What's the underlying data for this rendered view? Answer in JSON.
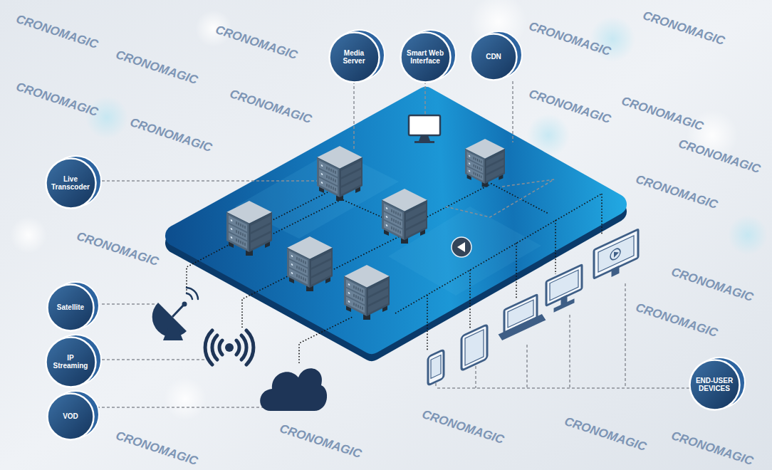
{
  "diagram": {
    "nodes": [
      {
        "text": [
          "Media Server"
        ]
      },
      {
        "text": [
          "Smart Web Interface"
        ]
      },
      {
        "text": [
          "CDN"
        ]
      },
      {
        "text": [
          "Live Transcoder"
        ]
      },
      {
        "text": [
          "Satellite"
        ]
      },
      {
        "text": [
          "IP Streaming"
        ]
      },
      {
        "text": [
          "VOD"
        ]
      },
      {
        "text": [
          "END-USER DEVICES"
        ]
      }
    ],
    "labels": [
      "CRONOMAGIC",
      "CRONOMAGIC",
      "CRONOMAGIC",
      "CRONOMAGIC",
      "CRONOMAGIC",
      "CRONOMAGIC",
      "CRONOMAGIC",
      "CRONOMAGIC",
      "CRONOMAGIC",
      "CRONOMAGIC",
      "CRONOMAGIC",
      "CRONOMAGIC",
      "CRONOMAGIC",
      "CRONOMAGIC",
      "CRONOMAGIC",
      "CRONOMAGIC",
      "CRONOMAGIC",
      "CRONOMAGIC",
      "CRONOMAGIC",
      "CRONOMAGIC"
    ]
  }
}
